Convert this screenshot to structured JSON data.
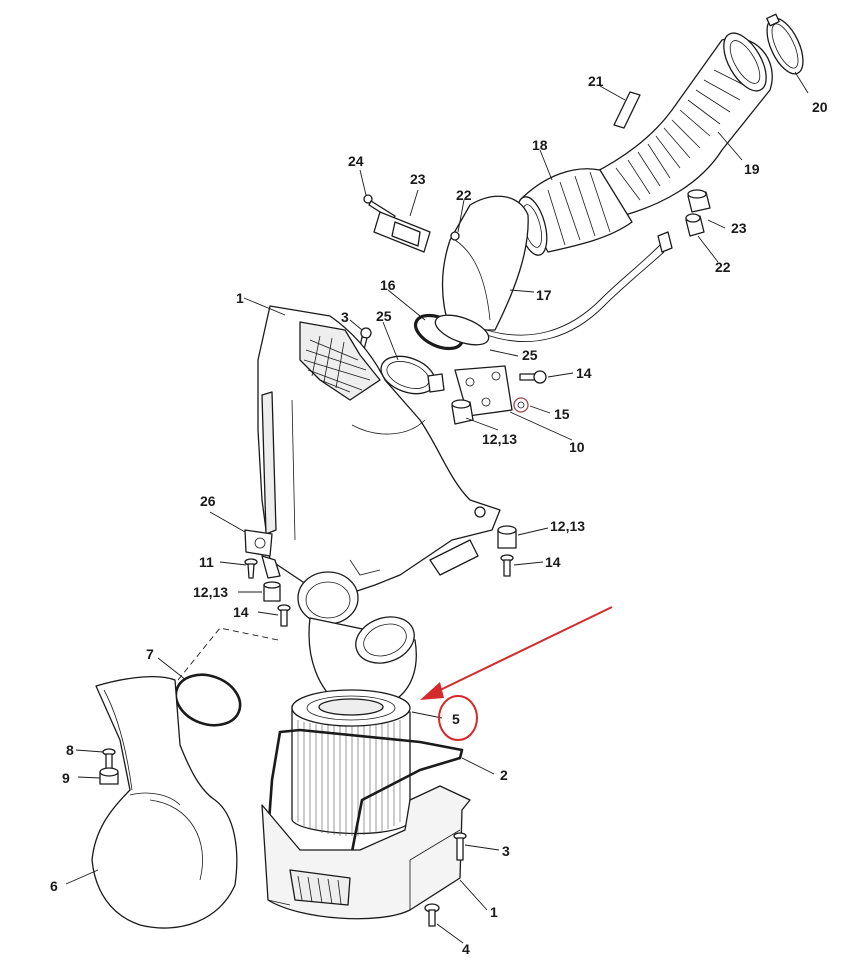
{
  "callouts": {
    "c1_top": "1",
    "c1_bottom": "1",
    "c2": "2",
    "c3_top": "3",
    "c3_bottom": "3",
    "c4": "4",
    "c5": "5",
    "c6": "6",
    "c7": "7",
    "c8": "8",
    "c9": "9",
    "c10": "10",
    "c11": "11",
    "c1213_a": "12,13",
    "c1213_b": "12,13",
    "c1213_c": "12,13",
    "c14_a": "14",
    "c14_b": "14",
    "c14_c": "14",
    "c15": "15",
    "c16": "16",
    "c17": "17",
    "c18": "18",
    "c19": "19",
    "c20": "20",
    "c21": "21",
    "c22_a": "22",
    "c22_b": "22",
    "c23_a": "23",
    "c23_b": "23",
    "c24": "24",
    "c25_a": "25",
    "c25_b": "25",
    "c26": "26"
  },
  "highlight": {
    "target_part": "5",
    "color": "#d42a2a"
  },
  "colors": {
    "line": "#1a1a1a",
    "background": "#ffffff"
  }
}
